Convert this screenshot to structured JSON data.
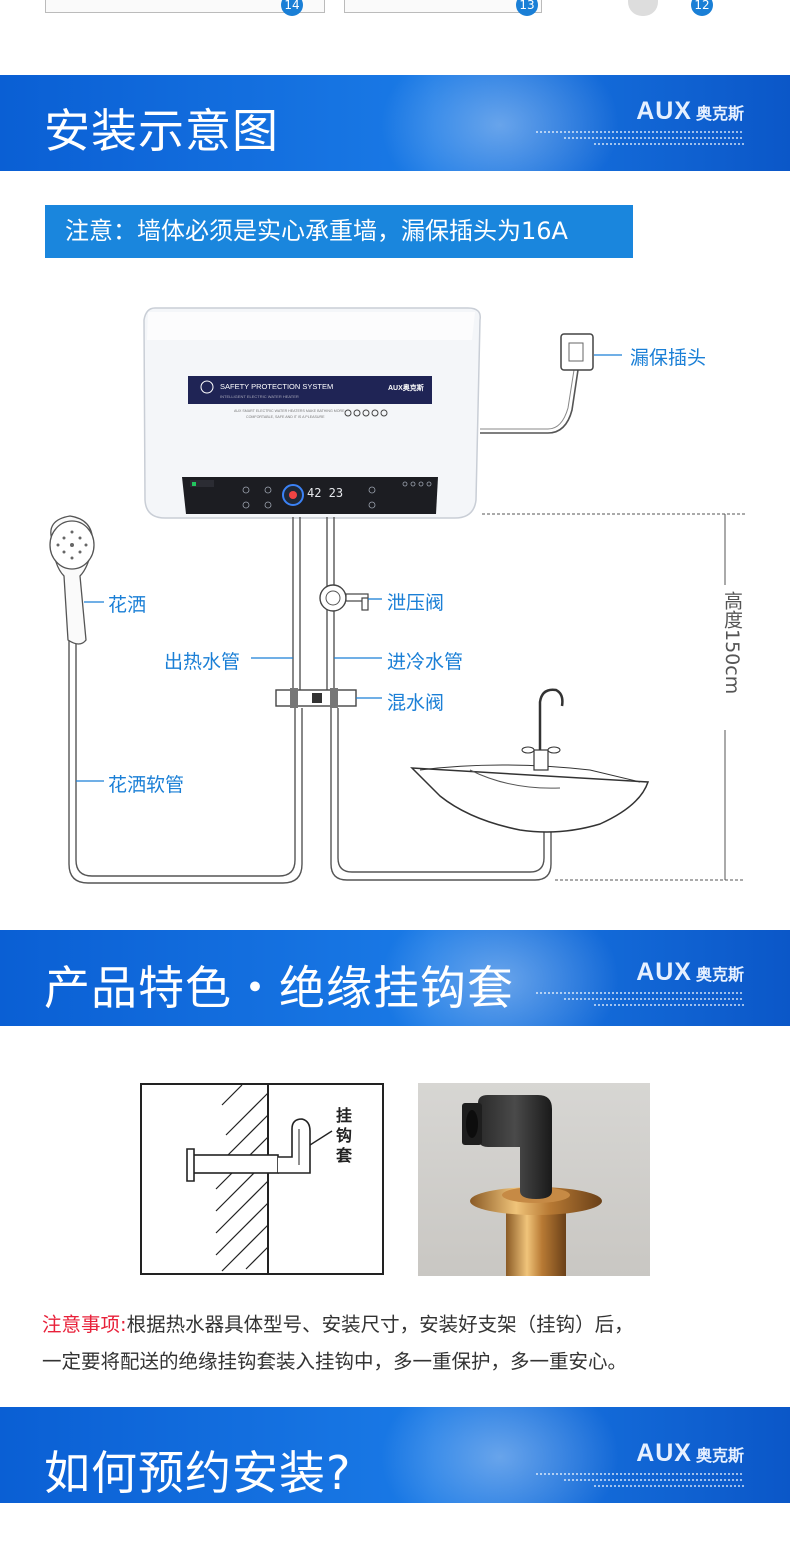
{
  "top_strip": {
    "parts": [
      "14",
      "13",
      "12"
    ]
  },
  "sections": [
    {
      "title": "安装示意图",
      "brand_en": "AUX",
      "brand_cn": "奥克斯"
    },
    {
      "title": "产品特色・绝缘挂钩套",
      "brand_en": "AUX",
      "brand_cn": "奥克斯"
    },
    {
      "title": "如何预约安装?",
      "brand_en": "AUX",
      "brand_cn": "奥克斯"
    }
  ],
  "install": {
    "notice": "注意：墙体必须是实心承重墙，漏保插头为16A",
    "heater_panel": {
      "title": "SAFETY PROTECTION SYSTEM",
      "subtitle": "INTELLIGENT ELECTRIC WATER HEATER",
      "brand": "AUX奥克斯",
      "tagline1": "AUX SMART ELECTRIC WATER HEATERS MAKE BATHING MORE",
      "tagline2": "COMFORTABLE, SAFE AND IT IS A PLEASURE",
      "display": "42 23"
    },
    "labels": {
      "plug": "漏保插头",
      "shower": "花洒",
      "relief_valve": "泄压阀",
      "hot_pipe": "出热水管",
      "cold_pipe": "进冷水管",
      "mixer": "混水阀",
      "hose": "花洒软管",
      "height": "高度150cm"
    }
  },
  "feature": {
    "hook_label": [
      "挂",
      "钩",
      "套"
    ],
    "note_prefix": "注意事项:",
    "note_line1": "根据热水器具体型号、安装尺寸，安装好支架（挂钩）后，",
    "note_line2": "一定要将配送的绝缘挂钩套装入挂钩中，多一重保护，多一重安心。"
  },
  "colors": {
    "banner": "#0a5fd4",
    "accent": "#1a86dd",
    "label": "#1a7fd6",
    "warning": "#e8213a"
  }
}
